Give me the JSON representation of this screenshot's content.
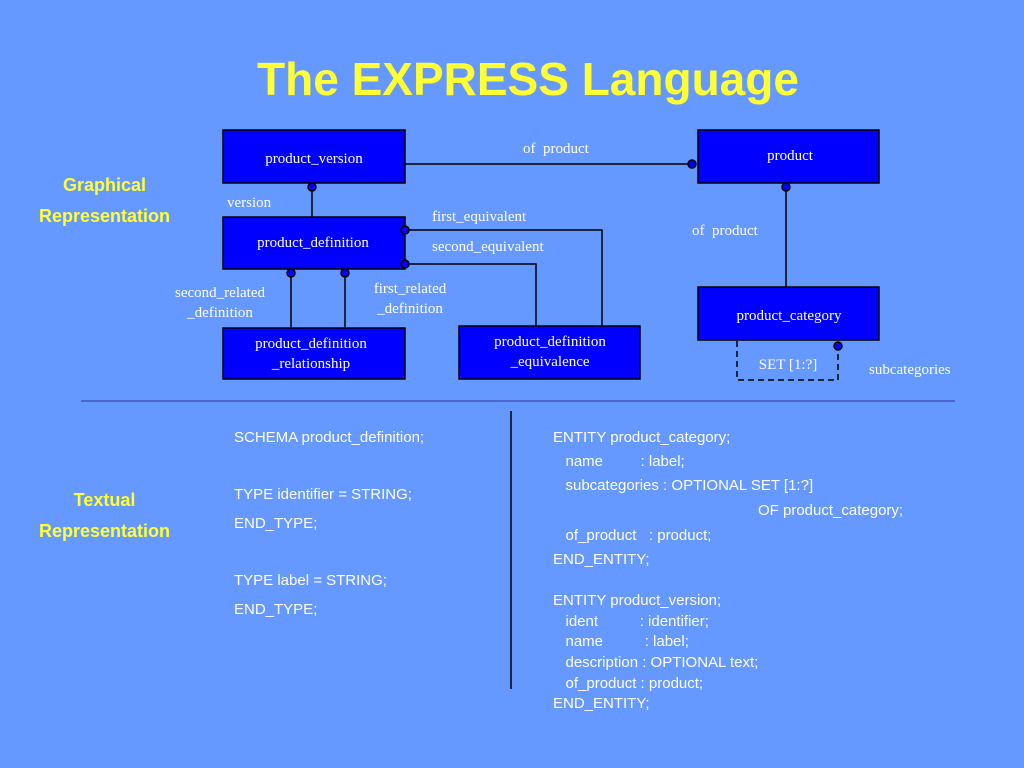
{
  "slide": {
    "title": "The EXPRESS Language",
    "graphical_label": [
      "Graphical",
      "Representation"
    ],
    "textual_label": [
      "Textual",
      "Representation"
    ]
  },
  "diagram": {
    "entities": {
      "product_version": "product_version",
      "product": "product",
      "product_definition": "product_definition",
      "product_category": "product_category",
      "relationship": [
        "product_definition",
        "_relationship"
      ],
      "equivalence": [
        "product_definition",
        "_equivalence"
      ]
    },
    "relations": {
      "of_product_top": "of  product",
      "version": "version",
      "first_equivalent": "first_equivalent",
      "second_equivalent": "second_equivalent",
      "of_product_right": "of  product",
      "second_related": [
        "second_related",
        "_definition"
      ],
      "first_related": [
        "first_related",
        "_definition"
      ],
      "set": "SET [1:?]",
      "subcategories": "subcategories"
    }
  },
  "code": {
    "schema": "SCHEMA product_definition;",
    "type_identifier": "TYPE identifier = STRING;",
    "end_type_1": "END_TYPE;",
    "type_label": "TYPE label = STRING;",
    "end_type_2": "END_TYPE;",
    "category_header": "ENTITY product_category;",
    "category_name": "   name         : label;",
    "category_sub": "   subcategories : OPTIONAL SET [1:?]",
    "category_sub_of": "OF product_category;",
    "category_of_product": "   of_product   : product;",
    "category_end": "END_ENTITY;",
    "version_header": "ENTITY product_version;",
    "version_ident": "   ident          : identifier;",
    "version_name": "   name          : label;",
    "version_desc": "   description : OPTIONAL text;",
    "version_of_product": "   of_product : product;",
    "version_end": "END_ENTITY;"
  }
}
